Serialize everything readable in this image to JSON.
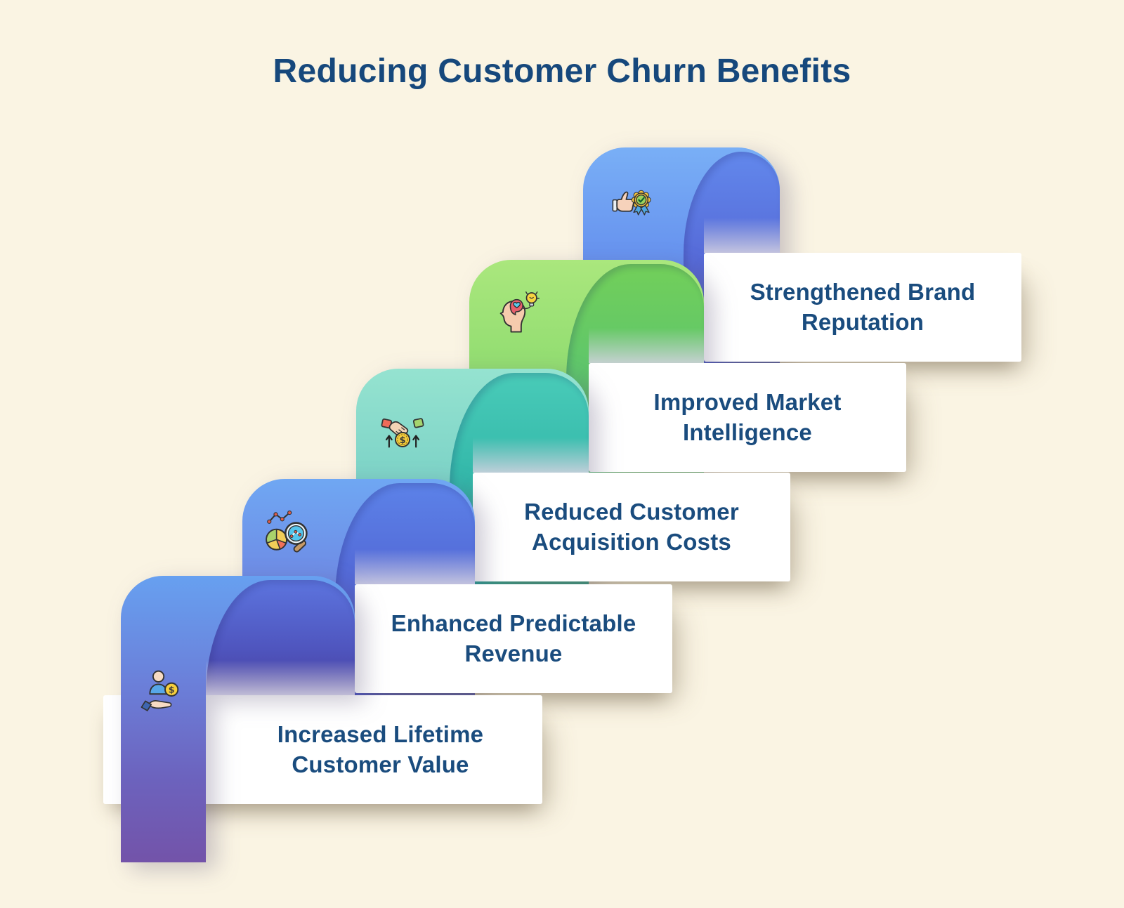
{
  "title": "Reducing Customer Churn Benefits",
  "benefits": [
    {
      "label": "Increased Lifetime Customer Value",
      "icon": "person-coin-hand-icon",
      "arch_color": "#6B7FD9",
      "dome_color": "#473E9C"
    },
    {
      "label": "Enhanced Predictable Revenue",
      "icon": "chart-magnifier-icon",
      "arch_color": "#6FA7F3",
      "dome_color": "#4C55C6"
    },
    {
      "label": "Reduced Customer Acquisition Costs",
      "icon": "handshake-coin-icon",
      "arch_color": "#7DD3C7",
      "dome_color": "#21A89B"
    },
    {
      "label": "Improved Market Intelligence",
      "icon": "head-idea-icon",
      "arch_color": "#90DC70",
      "dome_color": "#52BF74"
    },
    {
      "label": "Strengthened Brand Reputation",
      "icon": "thumbs-up-badge-icon",
      "arch_color": "#6590EE",
      "dome_color": "#4E5ECC"
    }
  ],
  "colors": {
    "background": "#FAF4E3",
    "title_text": "#16487C",
    "card_text": "#1A4C7E",
    "card_bg": "#FFFFFF"
  }
}
